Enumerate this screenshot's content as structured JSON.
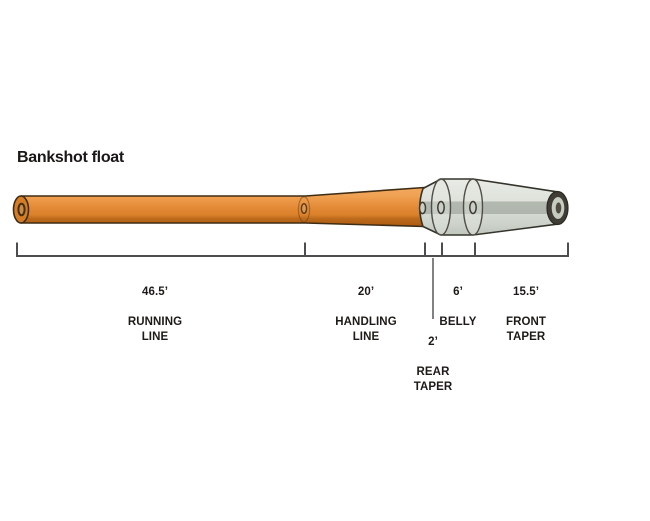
{
  "title": "Bankshot float",
  "diagram": {
    "type": "fly-line-taper-diagram",
    "sections": [
      {
        "id": "running-line",
        "length": "46.5’",
        "length_ft": 46.5,
        "name": "RUNNING\nLINE"
      },
      {
        "id": "handling-line",
        "length": "20’",
        "length_ft": 20,
        "name": "HANDLING\nLINE"
      },
      {
        "id": "rear-taper",
        "length": "2’",
        "length_ft": 2,
        "name": "REAR\nTAPER"
      },
      {
        "id": "belly",
        "length": "6’",
        "length_ft": 6,
        "name": "BELLY"
      },
      {
        "id": "front-taper",
        "length": "15.5’",
        "length_ft": 15.5,
        "name": "FRONT\nTAPER"
      }
    ],
    "colors": {
      "line_body": "#E58C39",
      "line_highlight": "#F1A55B",
      "line_shadow": "#AA5B13",
      "head_body": "#DFE3DC",
      "head_core": "#9FA69C",
      "outline": "#3A342A",
      "scale_line": "#4D4D4F",
      "label_text": "#1E1A17",
      "background": "#FFFFFF"
    }
  }
}
